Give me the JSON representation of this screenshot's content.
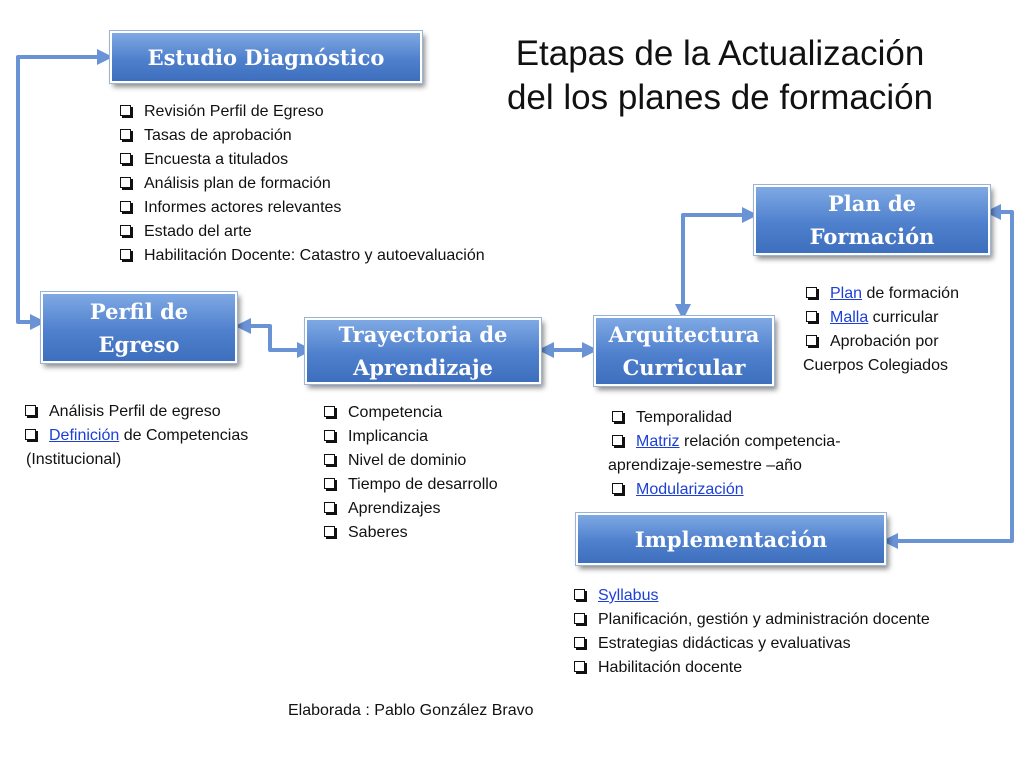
{
  "title": {
    "line1": "Etapas de la Actualización",
    "line2": "del los planes de formación"
  },
  "boxes": {
    "estudio": {
      "line1": "Estudio Diagnóstico"
    },
    "perfil": {
      "line1": "Perfil de",
      "line2": "Egreso"
    },
    "trayectoria": {
      "line1": "Trayectoria de",
      "line2": "Aprendizaje"
    },
    "arquitectura": {
      "line1": "Arquitectura",
      "line2": "Curricular"
    },
    "plan": {
      "line1": "Plan de",
      "line2": "Formación"
    },
    "implementacion": {
      "line1": "Implementación"
    }
  },
  "lists": {
    "estudio": [
      "Revisión Perfil de Egreso",
      "Tasas de aprobación",
      "Encuesta a titulados",
      "Análisis plan de formación",
      "Informes actores relevantes",
      "Estado del arte",
      "Habilitación Docente: Catastro y autoevaluación"
    ],
    "perfil": {
      "item1": "Análisis Perfil de egreso",
      "item2_link": "Definición",
      "item2_rest": " de Competencias",
      "item2_cont": "(Institucional)"
    },
    "trayectoria": [
      "Competencia",
      "Implicancia",
      "Nivel de dominio",
      "Tiempo de desarrollo",
      "Aprendizajes",
      "Saberes"
    ],
    "arquitectura": {
      "item1": "Temporalidad",
      "item2_link": "Matriz",
      "item2_rest": " relación competencia-",
      "item2_cont": "aprendizaje-semestre –año",
      "item3_link": "Modularización"
    },
    "plan": {
      "item1_link": "Plan",
      "item1_rest": " de formación",
      "item2_link": "Malla",
      "item2_rest": " curricular",
      "item3": "Aprobación por",
      "item3_cont": "Cuerpos Colegiados"
    },
    "implementacion": {
      "item1_link": "Syllabus",
      "item2": "Planificación, gestión y administración docente",
      "item3": "Estrategias didácticas y evaluativas",
      "item4": "Habilitación docente"
    }
  },
  "credit": "Elaborada : Pablo González Bravo",
  "colors": {
    "box": "#4f80cd",
    "arrow": "#6a93d6",
    "link": "#1c3fd6"
  }
}
